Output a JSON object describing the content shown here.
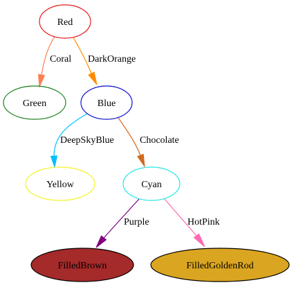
{
  "graph": {
    "nodes": [
      {
        "id": "red",
        "label": "Red",
        "stroke": "#e31a1c",
        "fill": "none",
        "text_color": "#000000"
      },
      {
        "id": "green",
        "label": "Green",
        "stroke": "#1a7f1a",
        "fill": "none",
        "text_color": "#000000"
      },
      {
        "id": "blue",
        "label": "Blue",
        "stroke": "#1010d0",
        "fill": "none",
        "text_color": "#000000"
      },
      {
        "id": "yellow",
        "label": "Yellow",
        "stroke": "#f2f22a",
        "fill": "none",
        "text_color": "#000000"
      },
      {
        "id": "cyan",
        "label": "Cyan",
        "stroke": "#22e6e6",
        "fill": "none",
        "text_color": "#000000"
      },
      {
        "id": "filledbrown",
        "label": "FilledBrown",
        "stroke": "#000000",
        "fill": "#a52a2a",
        "text_color": "#000000"
      },
      {
        "id": "filledgoldenrod",
        "label": "FilledGoldenRod",
        "stroke": "#000000",
        "fill": "#daa520",
        "text_color": "#000000"
      }
    ],
    "edges": [
      {
        "id": "red-green",
        "from": "red",
        "to": "green",
        "label": "Coral",
        "color": "#ff7f50"
      },
      {
        "id": "red-blue",
        "from": "red",
        "to": "blue",
        "label": "DarkOrange",
        "color": "#ff8c00"
      },
      {
        "id": "blue-yellow",
        "from": "blue",
        "to": "yellow",
        "label": "DeepSkyBlue",
        "color": "#00bfff"
      },
      {
        "id": "blue-cyan",
        "from": "blue",
        "to": "cyan",
        "label": "Chocolate",
        "color": "#d2691e"
      },
      {
        "id": "cyan-filledbrown",
        "from": "cyan",
        "to": "filledbrown",
        "label": "Purple",
        "color": "#800080"
      },
      {
        "id": "cyan-filledgoldenrod",
        "from": "cyan",
        "to": "filledgoldenrod",
        "label": "HotPink",
        "color": "#ff69b4"
      }
    ]
  }
}
